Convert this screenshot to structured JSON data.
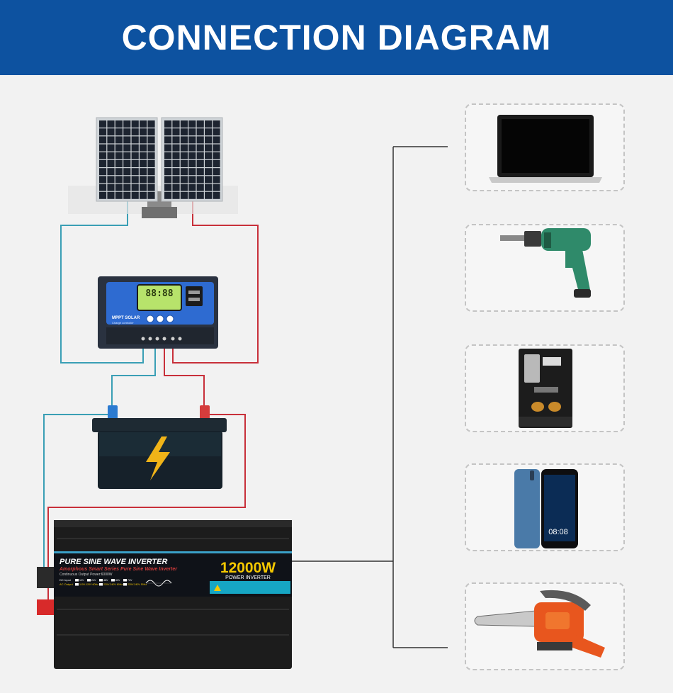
{
  "header": {
    "title": "CONNECTION DIAGRAM"
  },
  "inverter": {
    "title": "PURE SINE WAVE INVERTER",
    "subtitle": "Amorphous Smart Series Pure Sine Wave Inverter",
    "continuous": "Continuous Output Power:6000W",
    "power": "12000W",
    "power_label": "POWER INVERTER",
    "dc_input_label": "DC Input",
    "dc_options": [
      "12V",
      "24V",
      "48V",
      "60V",
      "72V"
    ],
    "ac_output_label": "AC Output",
    "ac_options": [
      "110V-120V 60Hz",
      "220V-240V 60Hz",
      "220V-240V 50Hz"
    ]
  },
  "controller": {
    "display": "88:88",
    "brand": "MPPT SOLAR",
    "brand_sub": "Charge controller"
  },
  "phone": {
    "time": "08:08"
  },
  "colors": {
    "header": "#0d52a0",
    "wire_positive": "#c8303a",
    "wire_negative": "#3a9fb5",
    "load_line": "#333333",
    "inverter_body": "#1c1c1c",
    "inverter_accent": "#f5c800"
  },
  "icons": [
    "solar-panel",
    "charge-controller",
    "battery",
    "inverter",
    "laptop",
    "drill",
    "coffee-machine",
    "smartphone",
    "chainsaw"
  ]
}
